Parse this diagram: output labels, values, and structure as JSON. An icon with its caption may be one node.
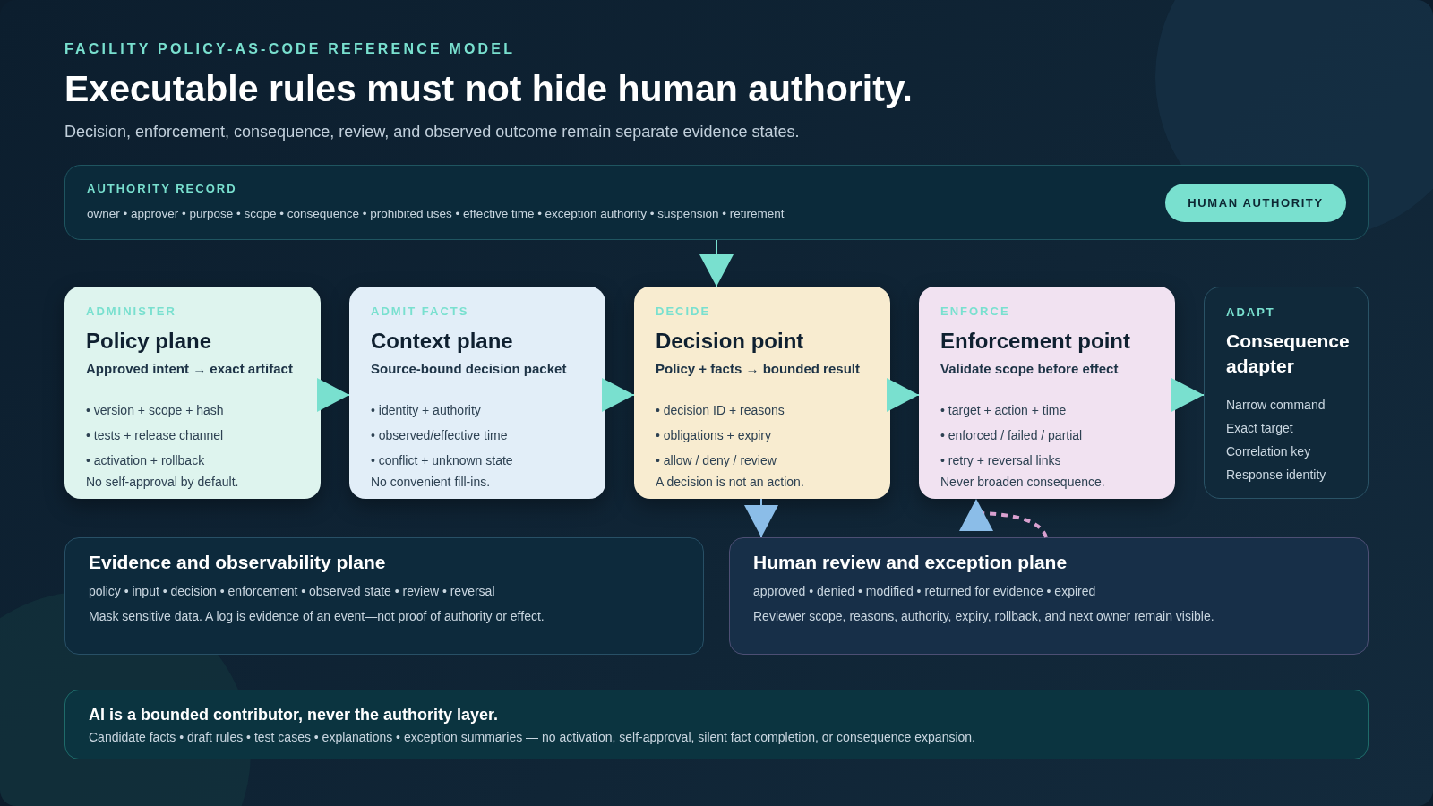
{
  "diagram": {
    "title": "Executable rules must not hide human authority.",
    "nodes": [
      {
        "text": [
          "AUTHORITY RECORD",
          "owner • approver • purpose • scope • consequence • prohibited uses • effective time • exception authority • suspension • retirement"
        ]
      },
      {
        "text": [
          "HUMAN AUTHORITY"
        ],
        "in": 0
      },
      {
        "text": [
          "ADMINISTER",
          "Policy plane",
          "Approved intent → exact artifact",
          "• version + scope + hash",
          "• tests + release channel",
          "• activation + rollback",
          "No self-approval by default."
        ]
      },
      {
        "text": [
          "ADMIT FACTS",
          "Context plane",
          "Source-bound decision packet",
          "• identity + authority",
          "• observed/effective time",
          "• conflict + unknown state",
          "No convenient fill-ins."
        ]
      },
      {
        "text": [
          "DECIDE",
          "Decision point",
          "Policy + facts → bounded result",
          "• decision ID + reasons",
          "• obligations + expiry",
          "• allow / deny / review",
          "A decision is not an action."
        ]
      },
      {
        "text": [
          "ENFORCE",
          "Enforcement point",
          "Validate scope before effect",
          "• target + action + time",
          "• enforced / failed / partial",
          "• retry + reversal links",
          "Never broaden consequence."
        ]
      },
      {
        "text": [
          "ADAPT",
          "Consequence adapter",
          "Narrow command",
          "Exact target",
          "Correlation key",
          "Response identity"
        ]
      },
      {
        "text": [
          "Evidence and observability plane",
          "policy • input • decision • enforcement • observed state • review • reversal",
          "Mask sensitive data. A log is evidence of an event—not proof of authority or effect."
        ]
      },
      {
        "text": [
          "Human review and exception plane",
          "approved • denied • modified • returned for evidence • expired",
          "Reviewer scope, reasons, authority, expiry, rollback, and next owner remain visible."
        ]
      },
      {
        "text": [
          "AI is a bounded contributor, never the authority layer.",
          "Candidate facts • draft rules • test cases • explanations • exception summaries — no activation, self-approval, silent fact completion, or consequence expansion."
        ]
      }
    ],
    "edges": [
      {
        "from": 0,
        "to": 4,
        "arrow": "to"
      },
      {
        "from": 2,
        "to": 3,
        "arrow": "to"
      },
      {
        "from": 3,
        "to": 4,
        "arrow": "to"
      },
      {
        "from": 4,
        "to": 5,
        "arrow": "to"
      },
      {
        "from": 5,
        "to": 6,
        "arrow": "to"
      },
      {
        "from": 4,
        "to": 8,
        "arrow": "to",
        "color": "#8bbde8"
      },
      {
        "from": 8,
        "to": 5,
        "arrow": "to",
        "style": "dashed",
        "color": "#d9a0cf"
      }
    ],
    "labels": [
      "FACILITY POLICY-AS-CODE REFERENCE MODEL",
      "Decision, enforcement, consequence, review, and observed outcome remain separate evidence states."
    ]
  }
}
